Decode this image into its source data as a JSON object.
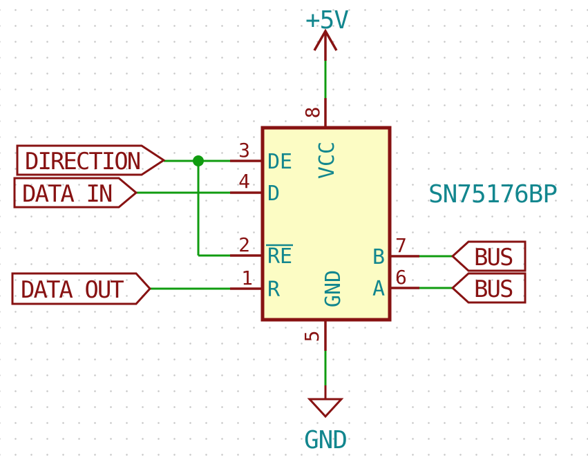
{
  "colors": {
    "wire": "#109c10",
    "outline": "#871212",
    "accent": "#12868e",
    "component_fill": "#fcfcc4"
  },
  "component": {
    "value": "SN75176BP",
    "pins": [
      {
        "number": "3",
        "name": "DE"
      },
      {
        "number": "4",
        "name": "D"
      },
      {
        "number": "2",
        "name": "RE",
        "overline": true
      },
      {
        "number": "1",
        "name": "R"
      },
      {
        "number": "8",
        "name": "VCC"
      },
      {
        "number": "5",
        "name": "GND"
      },
      {
        "number": "7",
        "name": "B"
      },
      {
        "number": "6",
        "name": "A"
      }
    ]
  },
  "net_labels": {
    "direction": "DIRECTION",
    "data_in": "DATA IN",
    "data_out": "DATA OUT",
    "bus_b": "BUS",
    "bus_a": "BUS"
  },
  "power": {
    "vcc": "+5V",
    "gnd": "GND"
  }
}
